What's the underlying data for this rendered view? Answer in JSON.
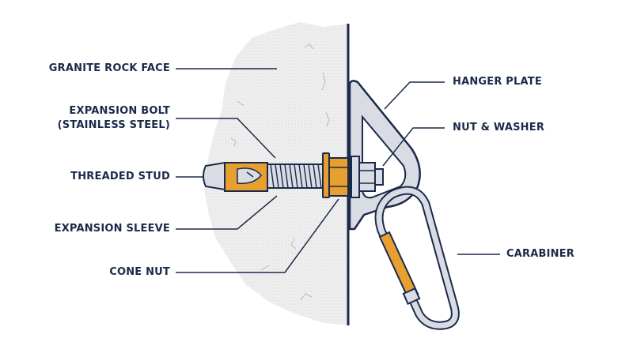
{
  "colors": {
    "navy": "#1b2a4a",
    "rock": "#ececec",
    "steel": "#d9dde3",
    "accent": "#e7a02f"
  },
  "labels": {
    "granite_rock_face": "GRANITE ROCK FACE",
    "expansion_bolt_line1": "EXPANSION BOLT",
    "expansion_bolt_line2": "(STAINLESS STEEL)",
    "threaded_stud": "THREADED STUD",
    "expansion_sleeve": "EXPANSION SLEEVE",
    "cone_nut": "CONE NUT",
    "hanger_plate": "HANGER PLATE",
    "nut_washer": "NUT & WASHER",
    "carabiner": "CARABINER"
  }
}
